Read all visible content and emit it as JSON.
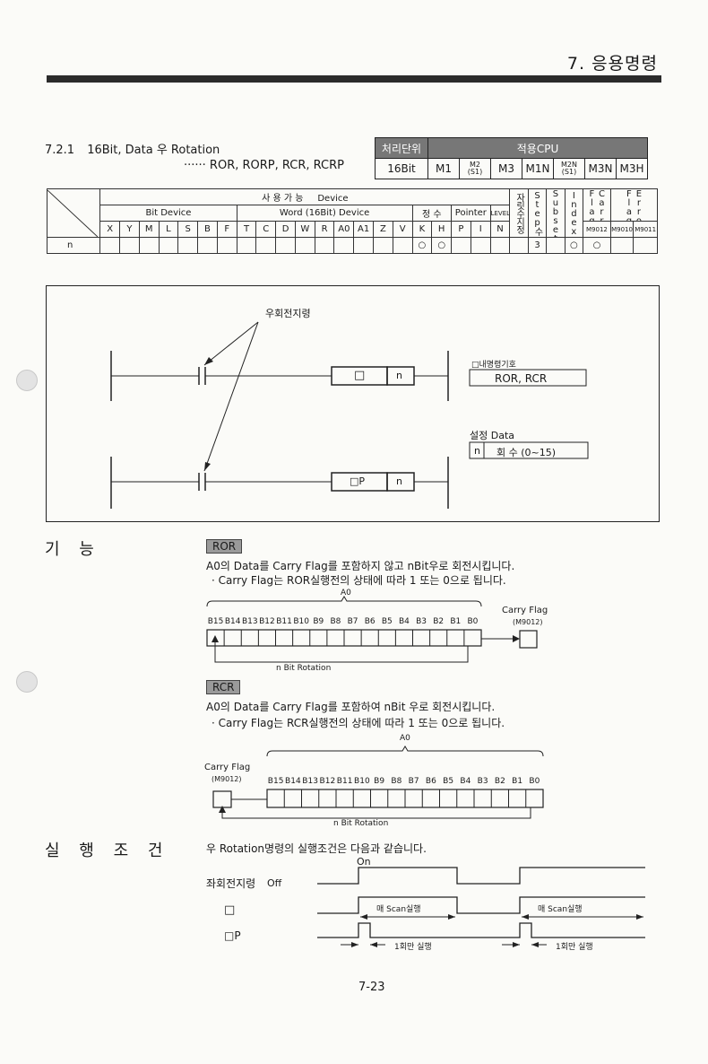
{
  "header": {
    "chapter": "7. 응용명령"
  },
  "section": {
    "number": "7.2.1",
    "title": "16Bit, Data 우 Rotation",
    "subtitle": "······ ROR, RORP, RCR, RCRP"
  },
  "cpu_table": {
    "col1": "처리단위",
    "col2": "적용CPU",
    "unit": "16Bit",
    "cpus": [
      {
        "main": "M1",
        "sub": ""
      },
      {
        "main": "M2",
        "sub": "(S1)"
      },
      {
        "main": "M3",
        "sub": ""
      },
      {
        "main": "M1N",
        "sub": ""
      },
      {
        "main": "M2N",
        "sub": "(S1)"
      },
      {
        "main": "M3N",
        "sub": ""
      },
      {
        "main": "M3H",
        "sub": ""
      }
    ]
  },
  "device_table": {
    "usable_label": "사 용 가 능",
    "device_label": "Device",
    "bit_device": "Bit Device",
    "word_device": "Word (16Bit) Device",
    "const_label": "정 수",
    "pointer": "Pointer",
    "level": "LEVEL",
    "digit": "자릿수지정",
    "steps": "Step수",
    "subset": "Subset",
    "index": "Index",
    "carry": "Carry Flag",
    "error": "Error Flag",
    "carry_no": "M9012",
    "error_no1": "M9010",
    "error_no2": "M9011",
    "cols": [
      "X",
      "Y",
      "M",
      "L",
      "S",
      "B",
      "F",
      "T",
      "C",
      "D",
      "W",
      "R",
      "A0",
      "A1",
      "Z",
      "V",
      "K",
      "H",
      "P",
      "I",
      "N"
    ],
    "row_label": "n",
    "step_value": "3",
    "circle": "○"
  },
  "ladder": {
    "exec_label": "우회전지령",
    "cmd_label": "□내명령기호",
    "cmd_value": "ROR, RCR",
    "box1": "□",
    "box1p": "□P",
    "box2": "n",
    "setting_label": "설정 Data",
    "n_label": "n",
    "n_desc": "회 수 (0~15)"
  },
  "func": {
    "heading": "기   능",
    "ror_tag": "ROR",
    "ror_line1": "A0의 Data를 Carry Flag를 포함하지 않고 nBit우로 회전시킵니다.",
    "ror_line2": "· Carry Flag는 ROR실행전의 상태에 따라 1 또는 0으로 됩니다.",
    "rcr_tag": "RCR",
    "rcr_line1": "A0의 Data를 Carry Flag를 포함하여 nBit 우로 회전시킵니다.",
    "rcr_line2": "· Carry Flag는 RCR실행전의 상태에 따라 1 또는 0으로 됩니다.",
    "a0": "A0",
    "carry_flag": "Carry Flag",
    "m9012": "(M9012)",
    "bits": [
      "B15",
      "B14",
      "B13",
      "B12",
      "B11",
      "B10",
      "B9",
      "B8",
      "B7",
      "B6",
      "B5",
      "B4",
      "B3",
      "B2",
      "B1",
      "B0"
    ],
    "rotation": "n Bit Rotation"
  },
  "exec": {
    "heading": "실 행 조 건",
    "desc": "우 Rotation명령의 실행조건은 다음과 같습니다.",
    "on": "On",
    "off": "Off",
    "row1": "좌회전지령",
    "row2": "□",
    "row3": "□P",
    "each_scan": "매 Scan실행",
    "once": "1회만 실행"
  },
  "page_number": "7-23"
}
